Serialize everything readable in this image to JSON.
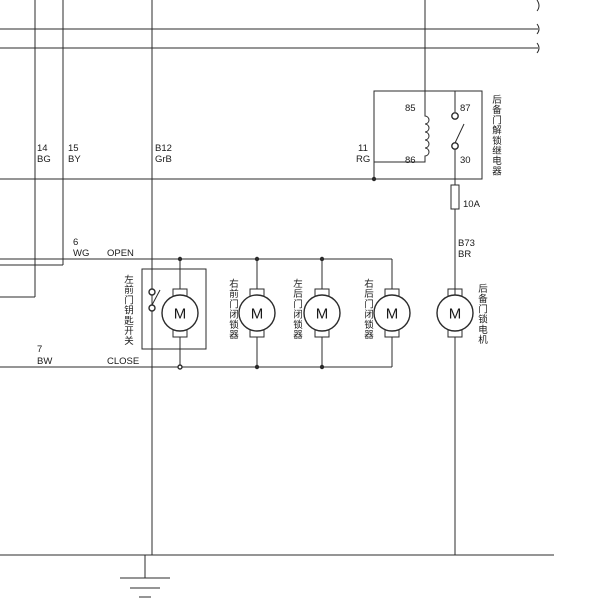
{
  "wires_top": [
    {
      "code": "14",
      "color": "BG"
    },
    {
      "code": "15",
      "color": "BY"
    },
    {
      "code": "B12",
      "color": "GrB"
    },
    {
      "code": "11",
      "color": "RG"
    }
  ],
  "relay": {
    "pins": {
      "p85": "85",
      "p87": "87",
      "p86": "86",
      "p30": "30"
    },
    "name": "后备门解锁继电器"
  },
  "fuse": {
    "rating": "10A"
  },
  "wire_b73": {
    "code": "B73",
    "color": "BR"
  },
  "wire_6": {
    "code": "6",
    "color": "WG",
    "signal": "OPEN"
  },
  "wire_7": {
    "code": "7",
    "color": "BW",
    "signal": "CLOSE"
  },
  "motor_symbol": "M",
  "actuators": [
    {
      "name": "左前门钥匙开关"
    },
    {
      "name": "右前门闭锁器"
    },
    {
      "name": "左后门闭锁器"
    },
    {
      "name": "右后门闭锁器"
    },
    {
      "name": "后备门锁电机"
    }
  ]
}
